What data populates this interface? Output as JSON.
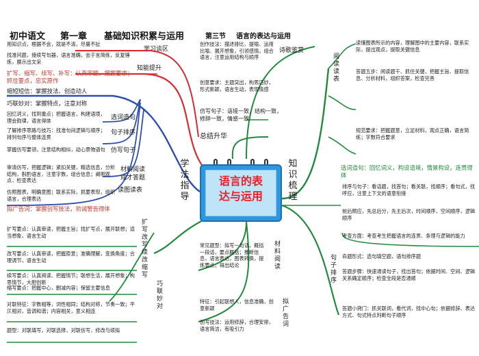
{
  "header": {
    "grade_title": "初中语文",
    "chapter": "第一章",
    "chapter_title": "基础知识积累与运用",
    "section": "第三节",
    "section_title": "语言的表达与运用"
  },
  "center": {
    "line1": "语言的表",
    "line2": "达与运用"
  },
  "branches": {
    "summary": "总结升华",
    "method_guide": "学法指导",
    "knowledge_review": "知识梳理",
    "study_inspire": "学习谈区",
    "ability_up": "知能提升",
    "poetry_appreciation": "诗歌鉴赏",
    "reading": "阅读读表",
    "sentence_order": "句子排序",
    "imitate_sentence": "仿写句子",
    "material_reading": "材料阅读成才答题",
    "reading_chart": "读图读表",
    "imitate_and_continue": "扩写改写续改缩写",
    "clever_connect": "巧联妙对",
    "material_reading_short": "材料阅读",
    "propose_notice": "拟广告词",
    "word_choose": "选词造句",
    "sentence_order_right": "句子排序"
  },
  "notes": {
    "top_left_1": "用知识点，根据不会，就是不清，尽量不扯",
    "top_left_2": "找准问题，接续写句器，语言准确，会于言简练，反复锤炼，展示出文采",
    "left_1": "扩写、缩写、续写、补写：认真审题，把握要求；抓住要点，忠实原作",
    "left_2": "缩短短信：掌握技法、创造动人",
    "left_3": "巧联妙对：掌握特点，注意对称",
    "left_4": "回忆词义，找到重点；把握语言，构建语境，理会韵律，语言得体",
    "left_5": "了解排序思路与技巧：找准句间逻辑与顺序；排列句序与整体连贯",
    "left_6": "掌握仿写要领，注意结构相似，动心景物语句",
    "left_7": "审清仿写，把握逻辑；紧扣关键，精选信息，分析结构，斟酌语言，注意字数，组合信息；阐明观点，检查表达",
    "left_8": "仿照图表，明确意图；联系实际，抓要表现，组织语言，合理表达",
    "left_9": "拟广告词：掌握创写技法，劝诫警告得体",
    "left_10": "扩写要点：认真审读，把握主旨；找扩写点，展开联想；适当想象，语言生动",
    "left_11": "改写要点：认真审读，把握原意；准确理解，变换角度；合理调节，语言生动",
    "left_12": "续写要点：认真阅读、把握情节；联想生活，展开想象；构思情节，大胆创新",
    "left_13": "缩写要点：把握中心，删减内容；保留主要信息",
    "left_14": "对联特征：字数相等，词性相同；结构对称，节奏一致；平仄相对，音调和谐；内容相关，意义相连",
    "left_15": "题型：对联填写，对联选择，对联仿写，修改与续拟",
    "mid_1": "创作技法：描述排比、提喻、运用比喻、展开想象，引领感情，组合语言，注意运用结构与顺序",
    "mid_2": "创意要求：主题突出，构思巧妙，形式新颖，语言生动，表现情感",
    "mid_3": "仿写句子：语境一致，结构一致，修辞一致，情感一致",
    "mid_4": "常见题型：拟写一句话，概括一段话，要点概括；推断信息，语言表达，图表转换，提炼要点，得出结论",
    "mid_5": "特征：引起联想人，信息准确，创意新颖",
    "mid_6": "创写技法：运用修辞，合理安排，语言简洁，有吸引力",
    "right_1": "读懂图表所示的内容，理解图中的主要内容，联系实际，提出观点，提取关键信息",
    "right_2": "答题五步：阅读题干、抓住关键，把握主旨、提取信息、分析材料，组织答案，检查完善",
    "right_3": "规范要求：把握题意，立足材料，观点正确，语言简练；字数符合要求",
    "right_4": "选词造句：回忆词义，构设语境，情景构设，连贯得体",
    "right_5": "排序与句子：看话题，找首句；看关联，找顺序；看句式，找呼应，注意上下文的语意衔接",
    "right_6": "前后照应，先总后分，先主后次，时间顺序，空间顺序，逻辑顺序",
    "right_7": "考查方面：考查考生把握语言的连贯、条理与逻辑的能力",
    "right_8": "命题形式：选句填空题，语句排序题",
    "right_9": "答题步骤：快速通读句子，找出首句；依据时间、空间、逻辑关系确定顺序；检查全段是否通顺",
    "right_10": "答题小窍门：抓关联词，看代词，找中心句；依据修辞、表达方式、句式特点判断句子顺序"
  },
  "colors": {
    "top_branch": "#d9282f",
    "left_branch": "#2c4fae",
    "right_branch": "#1e8a3a",
    "central_board": "#2e97dd",
    "central_text": "#e8202a"
  }
}
